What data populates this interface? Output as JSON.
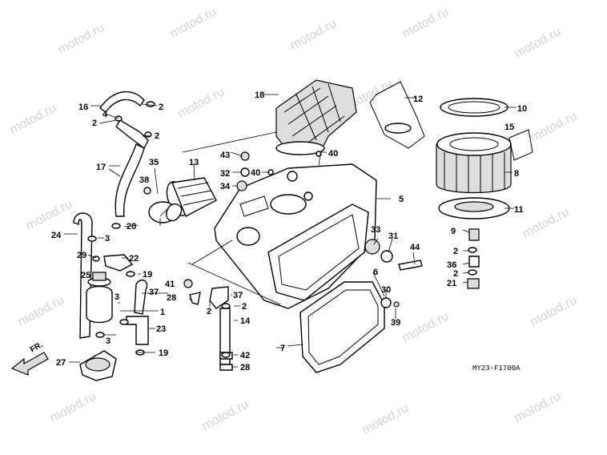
{
  "watermark": "motod.ru",
  "diagram_code": "MY23-F1700A",
  "front_label": "FR.",
  "labels": {
    "l1": "1",
    "l2a": "2",
    "l2b": "2",
    "l2c": "2",
    "l2d": "2",
    "l2e": "2",
    "l2f": "2",
    "l3a": "3",
    "l3b": "3",
    "l3c": "3",
    "l4": "4",
    "l5": "5",
    "l6": "6",
    "l7": "7",
    "l8": "8",
    "l9": "9",
    "l10": "10",
    "l11": "11",
    "l12": "12",
    "l13": "13",
    "l14": "14",
    "l15": "15",
    "l16": "16",
    "l17": "17",
    "l18": "18",
    "l19a": "19",
    "l19b": "19",
    "l20": "20",
    "l21": "21",
    "l22": "22",
    "l23": "23",
    "l24": "24",
    "l25": "25",
    "l27": "27",
    "l28a": "28",
    "l28b": "28",
    "l29": "29",
    "l30": "30",
    "l31": "31",
    "l32": "32",
    "l33": "33",
    "l34": "34",
    "l35": "35",
    "l36": "36",
    "l37a": "37",
    "l37b": "37",
    "l38": "38",
    "l39": "39",
    "l40a": "40",
    "l40b": "40",
    "l41": "41",
    "l42": "42",
    "l43": "43",
    "l44": "44"
  }
}
